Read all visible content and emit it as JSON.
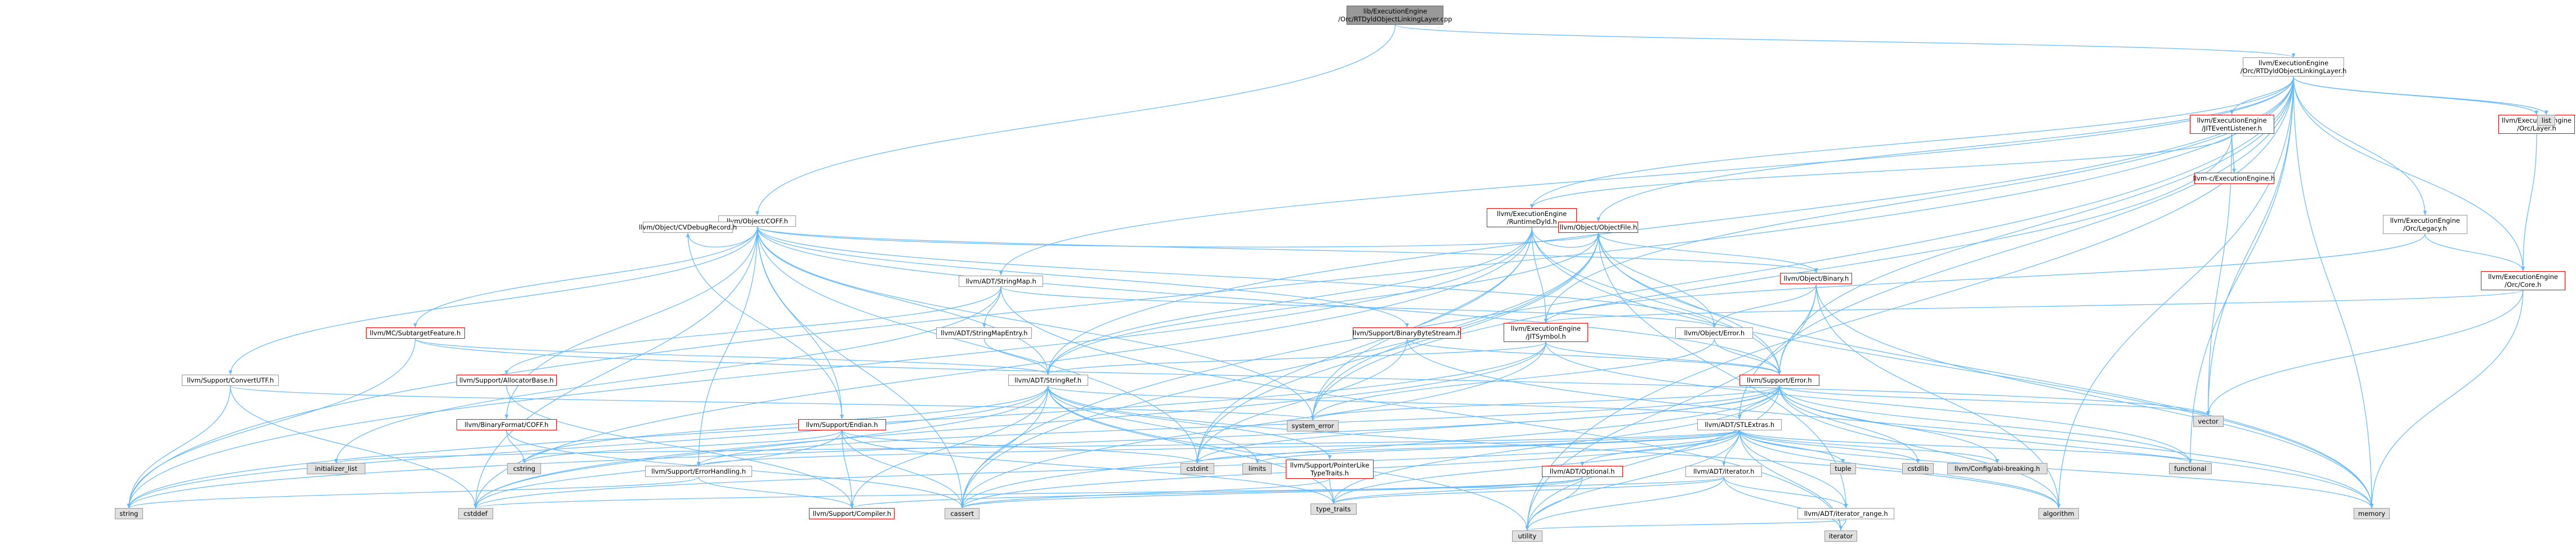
{
  "colors": {
    "edge": "#63b8ff",
    "node_border_default": "#999999",
    "node_border_incomplete": "#ff0000",
    "node_fill_external": "#e0e0e0",
    "node_fill_root": "#999999"
  },
  "nodes": {
    "root": {
      "lines": [
        "lib/ExecutionEngine",
        "/Orc/RTDyldObjectLinkingLayer.cpp"
      ],
      "style": "root"
    },
    "rtdyld_linking_layer_h": {
      "lines": [
        "llvm/ExecutionEngine",
        "/Orc/RTDyldObjectLinkingLayer.h"
      ],
      "style": "default"
    },
    "object_coff_h": {
      "lines": [
        "llvm/Object/COFF.h"
      ],
      "style": "default"
    },
    "jit_event_listener_h": {
      "lines": [
        "llvm/ExecutionEngine",
        "/JITEventListener.h"
      ],
      "style": "red"
    },
    "orc_layer_h": {
      "lines": [
        "llvm/ExecutionEngine",
        "/Orc/Layer.h"
      ],
      "style": "red"
    },
    "list": {
      "lines": [
        "list"
      ],
      "style": "gray"
    },
    "runtime_dyld_h": {
      "lines": [
        "llvm/ExecutionEngine",
        "/RuntimeDyld.h"
      ],
      "style": "red"
    },
    "llvm_c_execution_engine_h": {
      "lines": [
        "llvm-c/ExecutionEngine.h"
      ],
      "style": "red"
    },
    "orc_legacy_h": {
      "lines": [
        "llvm/ExecutionEngine",
        "/Orc/Legacy.h"
      ],
      "style": "default"
    },
    "orc_core_h": {
      "lines": [
        "llvm/ExecutionEngine",
        "/Orc/Core.h"
      ],
      "style": "red"
    },
    "cv_debug_record_h": {
      "lines": [
        "llvm/Object/CVDebugRecord.h"
      ],
      "style": "default"
    },
    "object_file_h": {
      "lines": [
        "llvm/Object/ObjectFile.h"
      ],
      "style": "red"
    },
    "object_binary_h": {
      "lines": [
        "llvm/Object/Binary.h"
      ],
      "style": "red"
    },
    "string_map_h": {
      "lines": [
        "llvm/ADT/StringMap.h"
      ],
      "style": "default"
    },
    "string_map_entry_h": {
      "lines": [
        "llvm/ADT/StringMapEntry.h"
      ],
      "style": "default"
    },
    "object_error_h": {
      "lines": [
        "llvm/Object/Error.h"
      ],
      "style": "default"
    },
    "mc_subtarget_feature_h": {
      "lines": [
        "llvm/MC/SubtargetFeature.h"
      ],
      "style": "red"
    },
    "binary_byte_stream_h": {
      "lines": [
        "llvm/Support/BinaryByteStream.h"
      ],
      "style": "red"
    },
    "jit_symbol_h": {
      "lines": [
        "llvm/ExecutionEngine",
        "/JITSymbol.h"
      ],
      "style": "red"
    },
    "convert_utf_h": {
      "lines": [
        "llvm/Support/ConvertUTF.h"
      ],
      "style": "default"
    },
    "allocator_base_h": {
      "lines": [
        "llvm/Support/AllocatorBase.h"
      ],
      "style": "red"
    },
    "string_ref_h": {
      "lines": [
        "llvm/ADT/StringRef.h"
      ],
      "style": "default"
    },
    "support_error_h": {
      "lines": [
        "llvm/Support/Error.h"
      ],
      "style": "red"
    },
    "vector": {
      "lines": [
        "vector"
      ],
      "style": "gray"
    },
    "system_error": {
      "lines": [
        "system_error"
      ],
      "style": "gray"
    },
    "binary_format_coff_h": {
      "lines": [
        "llvm/BinaryFormat/COFF.h"
      ],
      "style": "red"
    },
    "support_endian_h": {
      "lines": [
        "llvm/Support/Endian.h"
      ],
      "style": "red"
    },
    "stl_extras_h": {
      "lines": [
        "llvm/ADT/STLExtras.h"
      ],
      "style": "default"
    },
    "pointer_like_type_traits_h": {
      "lines": [
        "llvm/Support/PointerLike",
        "TypeTraits.h"
      ],
      "style": "red"
    },
    "initializer_list": {
      "lines": [
        "initializer_list"
      ],
      "style": "gray"
    },
    "cstring": {
      "lines": [
        "cstring"
      ],
      "style": "gray"
    },
    "cstdint": {
      "lines": [
        "cstdint"
      ],
      "style": "gray"
    },
    "limits": {
      "lines": [
        "limits"
      ],
      "style": "gray"
    },
    "error_handling_h": {
      "lines": [
        "llvm/Support/ErrorHandling.h"
      ],
      "style": "default"
    },
    "adt_optional_h": {
      "lines": [
        "llvm/ADT/Optional.h"
      ],
      "style": "red"
    },
    "adt_iterator_h": {
      "lines": [
        "llvm/ADT/iterator.h"
      ],
      "style": "default"
    },
    "tuple": {
      "lines": [
        "tuple"
      ],
      "style": "gray"
    },
    "cstdlib": {
      "lines": [
        "cstdlib"
      ],
      "style": "gray"
    },
    "config_abi_breaking_h": {
      "lines": [
        "llvm/Config/abi-breaking.h"
      ],
      "style": "gray"
    },
    "functional": {
      "lines": [
        "functional"
      ],
      "style": "gray"
    },
    "string": {
      "lines": [
        "string"
      ],
      "style": "gray"
    },
    "cstddef": {
      "lines": [
        "cstddef"
      ],
      "style": "gray"
    },
    "support_compiler_h": {
      "lines": [
        "llvm/Support/Compiler.h"
      ],
      "style": "red"
    },
    "cassert": {
      "lines": [
        "cassert"
      ],
      "style": "gray"
    },
    "type_traits": {
      "lines": [
        "type_traits"
      ],
      "style": "gray"
    },
    "iterator_range_h": {
      "lines": [
        "llvm/ADT/iterator_range.h"
      ],
      "style": "default"
    },
    "algorithm": {
      "lines": [
        "algorithm"
      ],
      "style": "gray"
    },
    "memory": {
      "lines": [
        "memory"
      ],
      "style": "gray"
    },
    "utility": {
      "lines": [
        "utility"
      ],
      "style": "gray"
    },
    "iterator": {
      "lines": [
        "iterator"
      ],
      "style": "gray"
    }
  },
  "edges": [
    [
      "root",
      "rtdyld_linking_layer_h"
    ],
    [
      "root",
      "object_coff_h"
    ],
    [
      "rtdyld_linking_layer_h",
      "jit_event_listener_h"
    ],
    [
      "rtdyld_linking_layer_h",
      "orc_layer_h"
    ],
    [
      "rtdyld_linking_layer_h",
      "list"
    ],
    [
      "rtdyld_linking_layer_h",
      "runtime_dyld_h"
    ],
    [
      "rtdyld_linking_layer_h",
      "orc_legacy_h"
    ],
    [
      "rtdyld_linking_layer_h",
      "orc_core_h"
    ],
    [
      "rtdyld_linking_layer_h",
      "object_file_h"
    ],
    [
      "rtdyld_linking_layer_h",
      "string_map_h"
    ],
    [
      "rtdyld_linking_layer_h",
      "jit_symbol_h"
    ],
    [
      "rtdyld_linking_layer_h",
      "string_ref_h"
    ],
    [
      "rtdyld_linking_layer_h",
      "support_error_h"
    ],
    [
      "rtdyld_linking_layer_h",
      "vector"
    ],
    [
      "rtdyld_linking_layer_h",
      "stl_extras_h"
    ],
    [
      "rtdyld_linking_layer_h",
      "functional"
    ],
    [
      "rtdyld_linking_layer_h",
      "string"
    ],
    [
      "rtdyld_linking_layer_h",
      "cassert"
    ],
    [
      "rtdyld_linking_layer_h",
      "algorithm"
    ],
    [
      "rtdyld_linking_layer_h",
      "memory"
    ],
    [
      "rtdyld_linking_layer_h",
      "utility"
    ],
    [
      "jit_event_listener_h",
      "llvm_c_execution_engine_h"
    ],
    [
      "jit_event_listener_h",
      "runtime_dyld_h"
    ],
    [
      "jit_event_listener_h",
      "vector"
    ],
    [
      "jit_event_listener_h",
      "system_error"
    ],
    [
      "orc_layer_h",
      "orc_core_h"
    ],
    [
      "orc_legacy_h",
      "orc_core_h"
    ],
    [
      "orc_legacy_h",
      "jit_symbol_h"
    ],
    [
      "orc_core_h",
      "jit_symbol_h"
    ],
    [
      "orc_core_h",
      "vector"
    ],
    [
      "orc_core_h",
      "memory"
    ],
    [
      "runtime_dyld_h",
      "object_file_h"
    ],
    [
      "runtime_dyld_h",
      "jit_symbol_h"
    ],
    [
      "runtime_dyld_h",
      "support_error_h"
    ],
    [
      "runtime_dyld_h",
      "string_ref_h"
    ],
    [
      "runtime_dyld_h",
      "system_error"
    ],
    [
      "runtime_dyld_h",
      "cstdint"
    ],
    [
      "runtime_dyld_h",
      "cstddef"
    ],
    [
      "runtime_dyld_h",
      "memory"
    ],
    [
      "runtime_dyld_h",
      "string"
    ],
    [
      "runtime_dyld_h",
      "map_placeholder"
    ],
    [
      "object_coff_h",
      "cv_debug_record_h"
    ],
    [
      "object_coff_h",
      "object_file_h"
    ],
    [
      "object_coff_h",
      "object_binary_h"
    ],
    [
      "object_coff_h",
      "object_error_h"
    ],
    [
      "object_coff_h",
      "mc_subtarget_feature_h"
    ],
    [
      "object_coff_h",
      "binary_byte_stream_h"
    ],
    [
      "object_coff_h",
      "convert_utf_h"
    ],
    [
      "object_coff_h",
      "binary_format_coff_h"
    ],
    [
      "object_coff_h",
      "support_endian_h"
    ],
    [
      "object_coff_h",
      "support_error_h"
    ],
    [
      "object_coff_h",
      "error_handling_h"
    ],
    [
      "object_coff_h",
      "cassert"
    ],
    [
      "object_coff_h",
      "cstddef"
    ],
    [
      "object_coff_h",
      "cstdint"
    ],
    [
      "object_coff_h",
      "system_error"
    ],
    [
      "object_coff_h",
      "string_ref_h"
    ],
    [
      "cv_debug_record_h",
      "support_endian_h"
    ],
    [
      "object_file_h",
      "object_binary_h"
    ],
    [
      "object_file_h",
      "object_error_h"
    ],
    [
      "object_file_h",
      "string_ref_h"
    ],
    [
      "object_file_h",
      "support_error_h"
    ],
    [
      "object_file_h",
      "cassert"
    ],
    [
      "object_file_h",
      "cstdint"
    ],
    [
      "object_file_h",
      "memory"
    ],
    [
      "object_file_h",
      "system_error"
    ],
    [
      "object_file_h",
      "iterator_range_h"
    ],
    [
      "object_binary_h",
      "object_error_h"
    ],
    [
      "object_binary_h",
      "support_error_h"
    ],
    [
      "object_binary_h",
      "algorithm"
    ],
    [
      "object_binary_h",
      "memory"
    ],
    [
      "object_binary_h",
      "utility"
    ],
    [
      "string_map_h",
      "string_map_entry_h"
    ],
    [
      "string_map_h",
      "allocator_base_h"
    ],
    [
      "string_map_h",
      "initializer_list"
    ],
    [
      "string_map_h",
      "iterator"
    ],
    [
      "string_map_h",
      "object_error_h"
    ],
    [
      "string_map_entry_h",
      "string_ref_h"
    ],
    [
      "object_error_h",
      "support_error_h"
    ],
    [
      "object_error_h",
      "system_error"
    ],
    [
      "mc_subtarget_feature_h",
      "string_ref_h"
    ],
    [
      "mc_subtarget_feature_h",
      "string"
    ],
    [
      "mc_subtarget_feature_h",
      "vector"
    ],
    [
      "binary_byte_stream_h",
      "support_error_h"
    ],
    [
      "binary_byte_stream_h",
      "cstdint"
    ],
    [
      "binary_byte_stream_h",
      "memory"
    ],
    [
      "jit_symbol_h",
      "support_error_h"
    ],
    [
      "jit_symbol_h",
      "functional"
    ],
    [
      "jit_symbol_h",
      "string_ref_h"
    ],
    [
      "jit_symbol_h",
      "cassert"
    ],
    [
      "jit_symbol_h",
      "cstddef"
    ],
    [
      "jit_symbol_h",
      "string"
    ],
    [
      "convert_utf_h",
      "cstddef"
    ],
    [
      "convert_utf_h",
      "string"
    ],
    [
      "convert_utf_h",
      "system_error"
    ],
    [
      "string_ref_h",
      "stl_extras_h"
    ],
    [
      "string_ref_h",
      "support_compiler_h"
    ],
    [
      "string_ref_h",
      "algorithm"
    ],
    [
      "string_ref_h",
      "cassert"
    ],
    [
      "string_ref_h",
      "cstddef"
    ],
    [
      "string_ref_h",
      "cstring"
    ],
    [
      "string_ref_h",
      "limits"
    ],
    [
      "string_ref_h",
      "string"
    ],
    [
      "string_ref_h",
      "type_traits"
    ],
    [
      "string_ref_h",
      "utility"
    ],
    [
      "string_ref_h",
      "pointer_like_type_traits_h"
    ],
    [
      "support_error_h",
      "stl_extras_h"
    ],
    [
      "support_error_h",
      "error_handling_h"
    ],
    [
      "support_error_h",
      "config_abi_breaking_h"
    ],
    [
      "support_error_h",
      "algorithm"
    ],
    [
      "support_error_h",
      "cassert"
    ],
    [
      "support_error_h",
      "cstdint"
    ],
    [
      "support_error_h",
      "cstdlib"
    ],
    [
      "support_error_h",
      "functional"
    ],
    [
      "support_error_h",
      "memory"
    ],
    [
      "support_error_h",
      "string"
    ],
    [
      "support_error_h",
      "system_error"
    ],
    [
      "support_error_h",
      "type_traits"
    ],
    [
      "support_error_h",
      "utility"
    ],
    [
      "support_error_h",
      "vector"
    ],
    [
      "support_endian_h",
      "support_compiler_h"
    ],
    [
      "support_endian_h",
      "cassert"
    ],
    [
      "support_endian_h",
      "cstddef"
    ],
    [
      "support_endian_h",
      "cstdint"
    ],
    [
      "support_endian_h",
      "cstring"
    ],
    [
      "support_endian_h",
      "type_traits"
    ],
    [
      "stl_extras_h",
      "adt_optional_h"
    ],
    [
      "stl_extras_h",
      "adt_iterator_h"
    ],
    [
      "stl_extras_h",
      "iterator_range_h"
    ],
    [
      "stl_extras_h",
      "config_abi_breaking_h"
    ],
    [
      "stl_extras_h",
      "error_handling_h"
    ],
    [
      "stl_extras_h",
      "algorithm"
    ],
    [
      "stl_extras_h",
      "cassert"
    ],
    [
      "stl_extras_h",
      "cstddef"
    ],
    [
      "stl_extras_h",
      "cstdint"
    ],
    [
      "stl_extras_h",
      "cstdlib"
    ],
    [
      "stl_extras_h",
      "functional"
    ],
    [
      "stl_extras_h",
      "initializer_list"
    ],
    [
      "stl_extras_h",
      "iterator"
    ],
    [
      "stl_extras_h",
      "limits"
    ],
    [
      "stl_extras_h",
      "memory"
    ],
    [
      "stl_extras_h",
      "tuple"
    ],
    [
      "stl_extras_h",
      "type_traits"
    ],
    [
      "stl_extras_h",
      "utility"
    ],
    [
      "adt_optional_h",
      "support_compiler_h"
    ],
    [
      "adt_optional_h",
      "cassert"
    ],
    [
      "adt_optional_h",
      "type_traits"
    ],
    [
      "adt_optional_h",
      "utility"
    ],
    [
      "adt_iterator_h",
      "iterator_range_h"
    ],
    [
      "adt_iterator_h",
      "cstddef"
    ],
    [
      "adt_iterator_h",
      "iterator"
    ],
    [
      "adt_iterator_h",
      "type_traits"
    ],
    [
      "adt_iterator_h",
      "utility"
    ],
    [
      "iterator_range_h",
      "utility"
    ],
    [
      "iterator_range_h",
      "iterator"
    ],
    [
      "error_handling_h",
      "support_compiler_h"
    ],
    [
      "error_handling_h",
      "string"
    ],
    [
      "pointer_like_type_traits_h",
      "cassert"
    ],
    [
      "pointer_like_type_traits_h",
      "type_traits"
    ],
    [
      "binary_format_coff_h",
      "cstring"
    ],
    [
      "binary_format_coff_h",
      "cassert"
    ],
    [
      "allocator_base_h",
      "support_compiler_h"
    ]
  ]
}
